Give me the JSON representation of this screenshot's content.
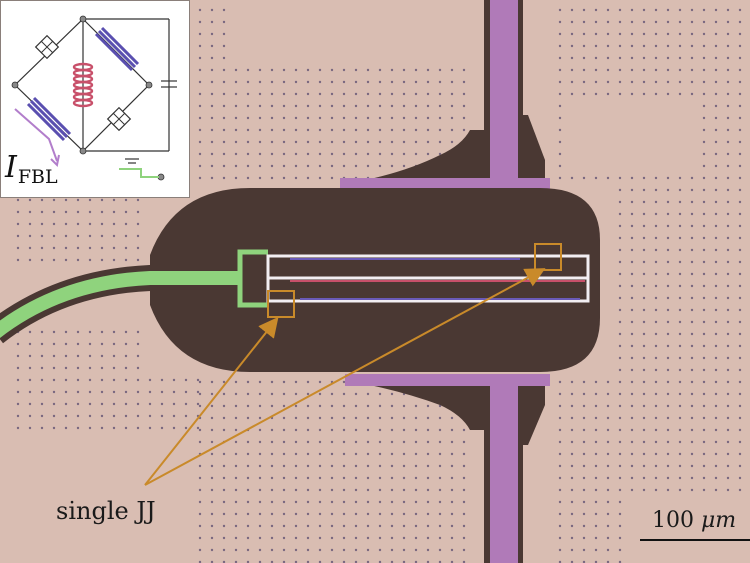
{
  "colors": {
    "substrate": "#d9bdb2",
    "ground_plane": "#4a3833",
    "feedline": "#b07ab8",
    "flux_bias_line": "#8fd37d",
    "squid_coil": "#6a5ab8",
    "resonator_coil": "#c8506a",
    "annotation": "#c98a2a"
  },
  "inset": {
    "current_symbol": "I",
    "current_subscript": "FBL"
  },
  "annotation": {
    "label": "single JJ",
    "icon": "arrow-icon"
  },
  "scale_bar": {
    "label_value": "100",
    "label_unit": "μm"
  }
}
